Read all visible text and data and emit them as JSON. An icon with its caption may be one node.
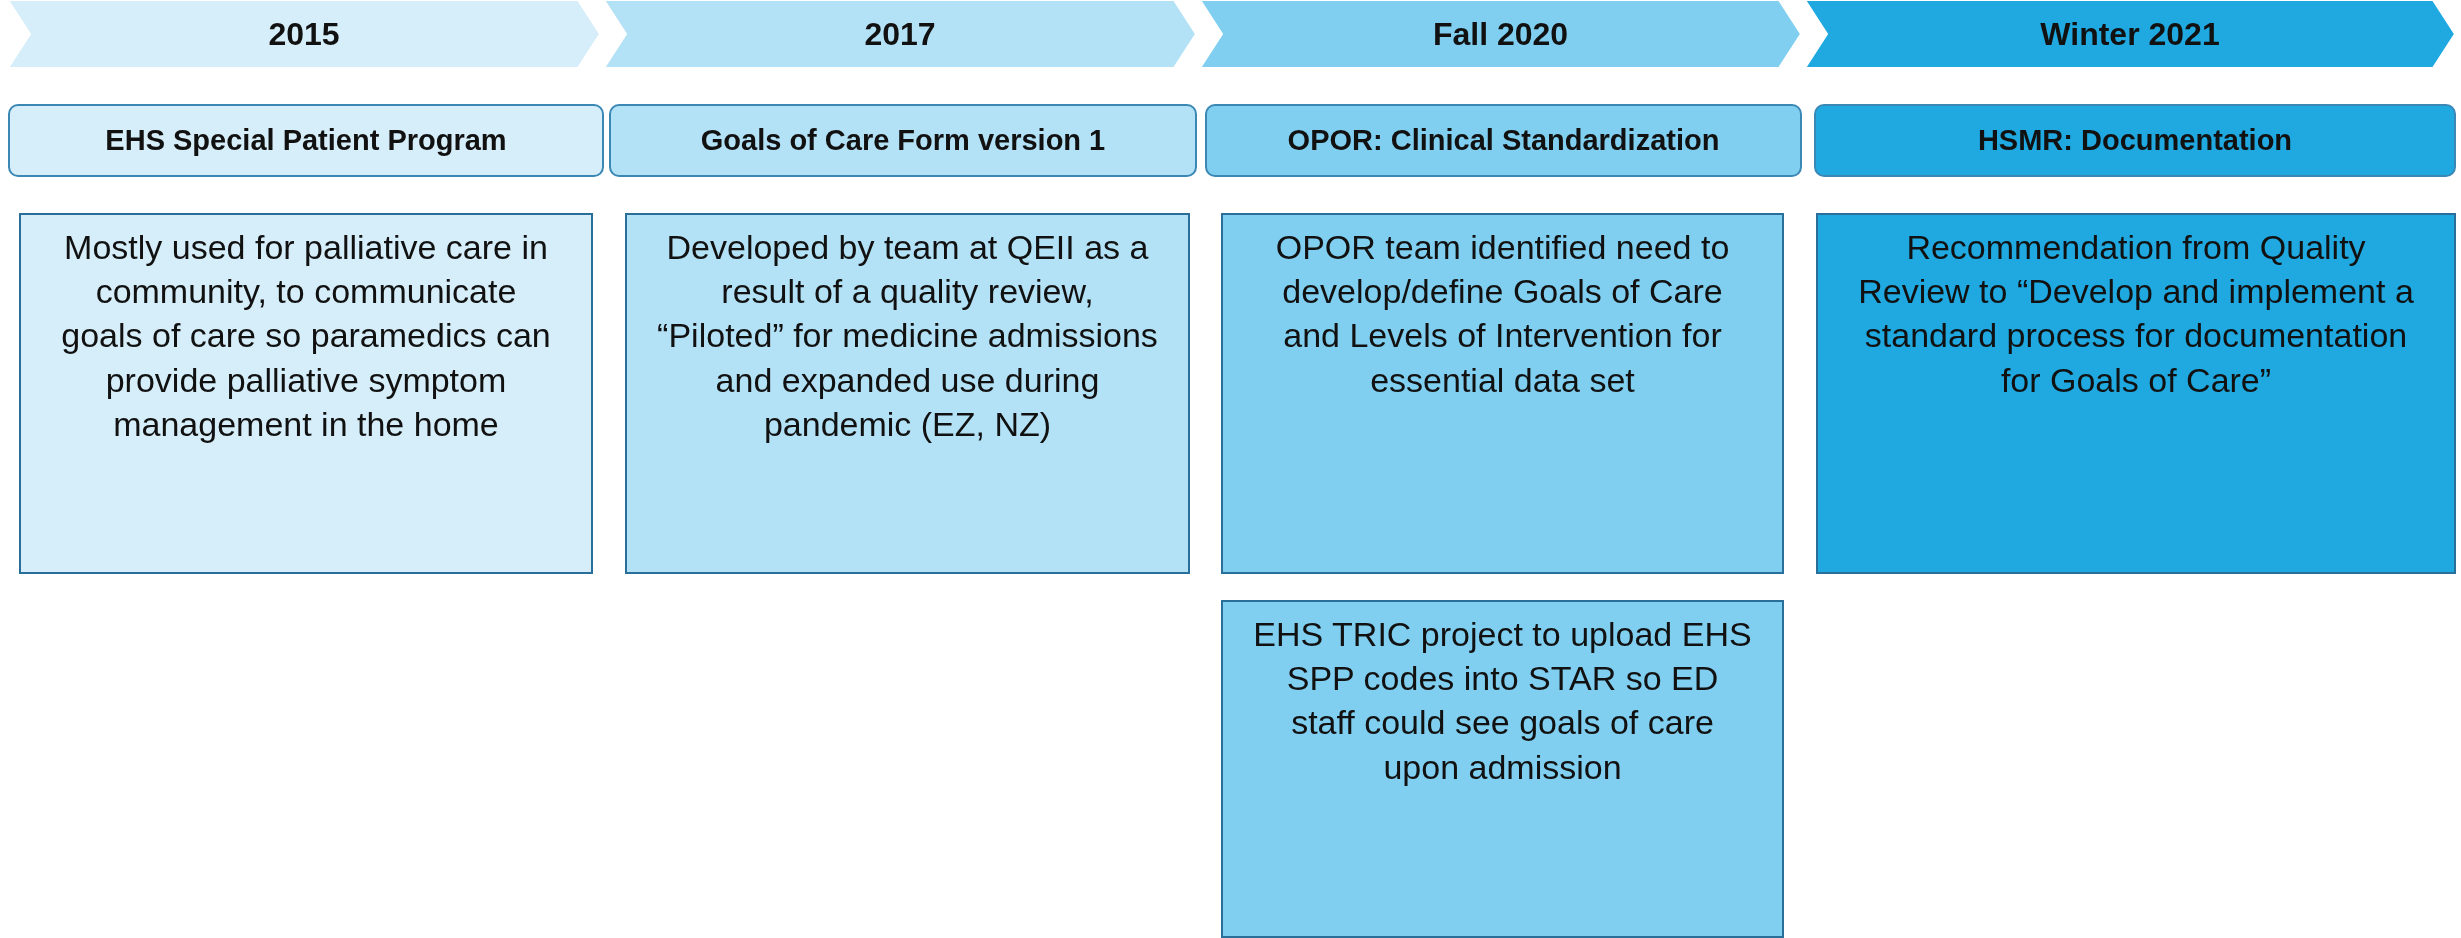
{
  "diagram": {
    "nodes": [
      {
        "text": [
          "2015"
        ]
      },
      {
        "text": [
          "2017"
        ]
      },
      {
        "text": [
          "Fall 2020"
        ]
      },
      {
        "text": [
          "Winter 2021"
        ]
      },
      {
        "text": [
          "EHS Special Patient Program"
        ]
      },
      {
        "text": [
          "Goals of Care Form version 1"
        ]
      },
      {
        "text": [
          "OPOR: Clinical Standardization"
        ]
      },
      {
        "text": [
          "HSMR: Documentation"
        ]
      },
      {
        "text": [
          "Mostly used for palliative care in community, to communicate goals of care so paramedics can provide palliative symptom management in the home"
        ]
      },
      {
        "text": [
          "Developed by team at QEII as a result of a quality review, “Piloted” for medicine admissions and expanded use during pandemic (EZ, NZ)"
        ]
      },
      {
        "text": [
          "OPOR team identified need to develop/define Goals of Care and Levels of Intervention for essential data set"
        ]
      },
      {
        "text": [
          "Recommendation from Quality Review to “Develop and implement a standard process for documentation for Goals of Care”"
        ]
      },
      {
        "text": [
          "EHS TRIC project to upload EHS SPP codes into STAR so ED staff could see goals of care upon admission"
        ]
      }
    ]
  }
}
